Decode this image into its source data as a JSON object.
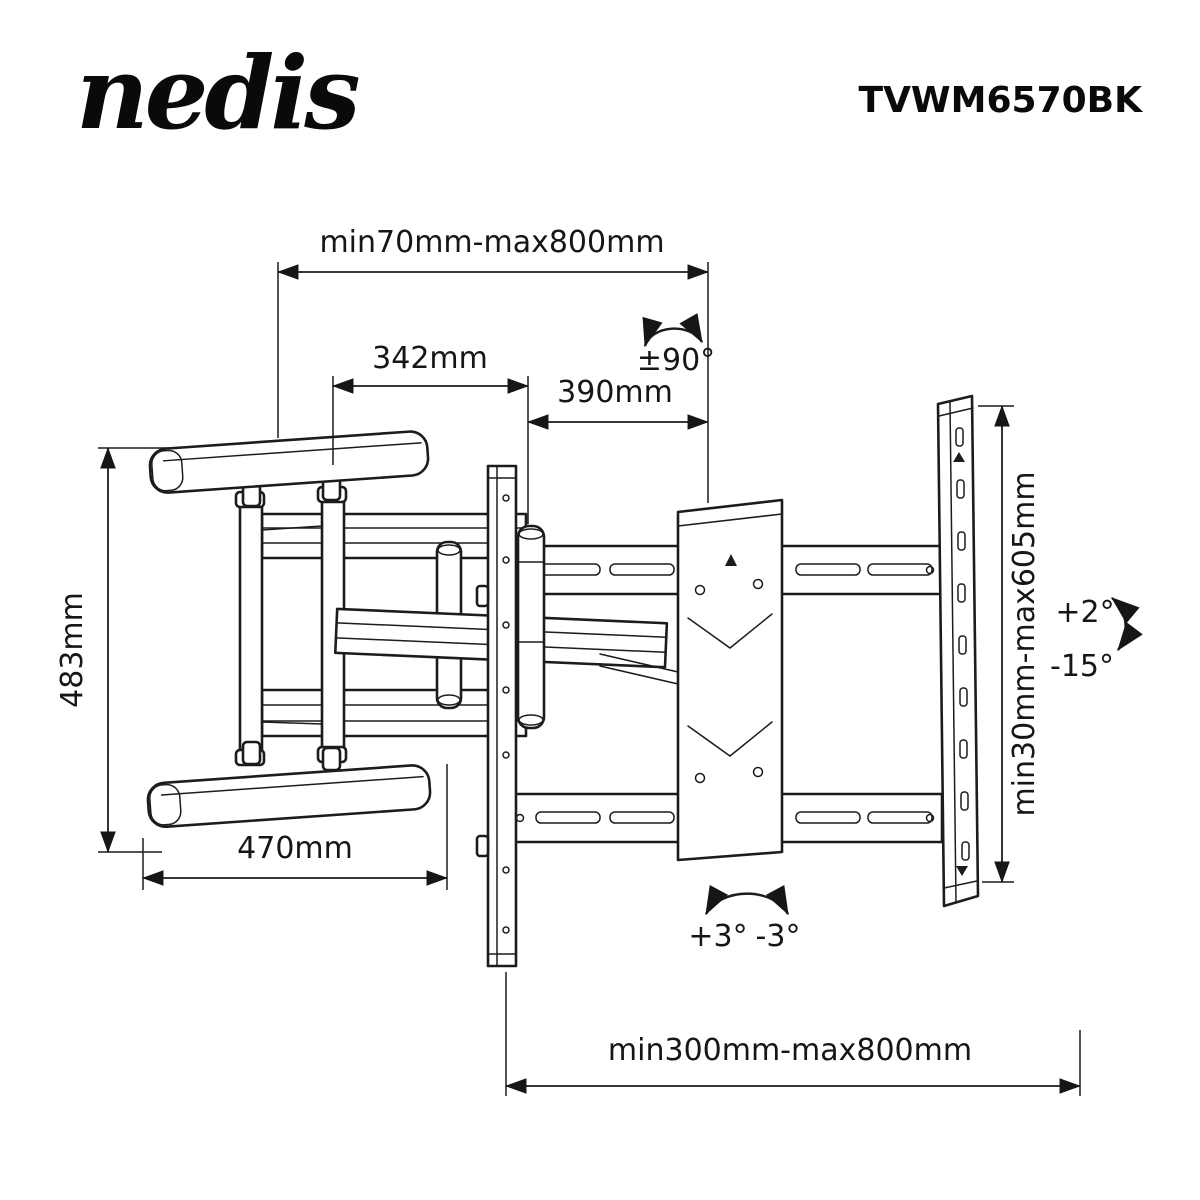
{
  "header": {
    "brand": "nedis",
    "model": "TVWM6570BK"
  },
  "labels": {
    "top_span": "min70mm-max800mm",
    "length_342": "342mm",
    "length_390": "390mm",
    "swivel": "±90°",
    "height_483": "483mm",
    "length_470": "470mm",
    "vesa_height": "min30mm-max605mm",
    "tilt_up": "+2°",
    "tilt_down": "-15°",
    "roll_plus": "+3°",
    "roll_minus": "-3°",
    "bottom_span": "min300mm-max800mm"
  }
}
